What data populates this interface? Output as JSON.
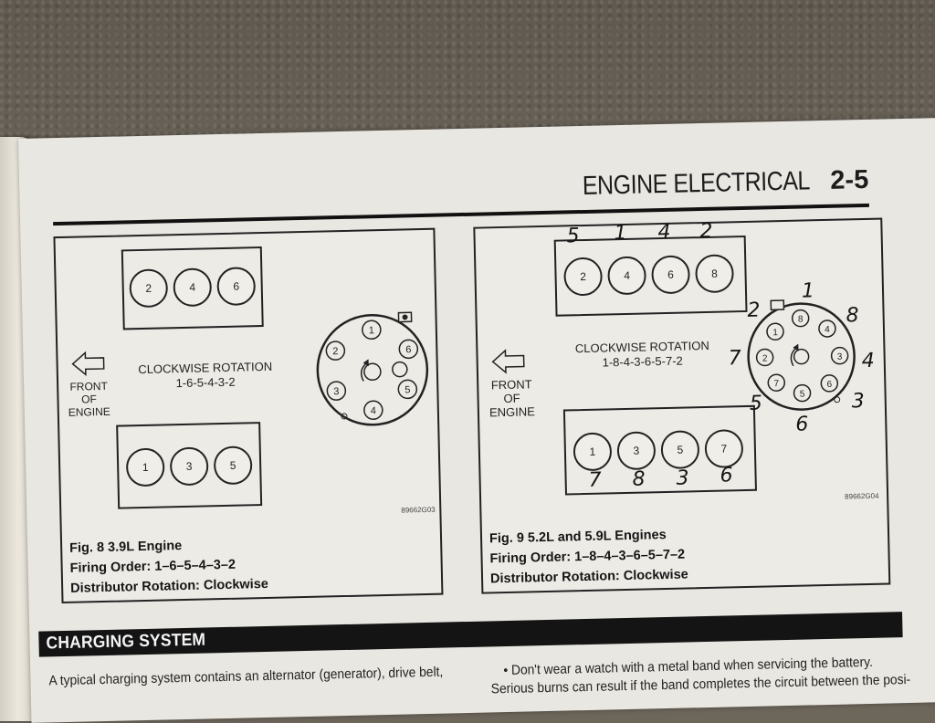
{
  "header": {
    "section_title": "ENGINE ELECTRICAL",
    "page_number": "2-5"
  },
  "fig8": {
    "rotation_title": "CLOCKWISE ROTATION",
    "firing_order_short": "1-6-5-4-3-2",
    "front_label": [
      "FRONT",
      "OF",
      "ENGINE"
    ],
    "top_bank": [
      "2",
      "4",
      "6"
    ],
    "bottom_bank": [
      "1",
      "3",
      "5"
    ],
    "distributor_terminals": [
      "1",
      "6",
      "5",
      "4",
      "3",
      "2"
    ],
    "figure_id": "89662G03",
    "caption": {
      "line1": "Fig. 8 3.9L Engine",
      "line2": "Firing Order: 1–6–5–4–3–2",
      "line3": "Distributor Rotation: Clockwise"
    }
  },
  "fig9": {
    "rotation_title": "CLOCKWISE ROTATION",
    "firing_order_short": "1-8-4-3-6-5-7-2",
    "front_label": [
      "FRONT",
      "OF",
      "ENGINE"
    ],
    "top_bank": [
      "2",
      "4",
      "6",
      "8"
    ],
    "bottom_bank": [
      "1",
      "3",
      "5",
      "7"
    ],
    "distributor_terminals": [
      "1",
      "8",
      "4",
      "3",
      "6",
      "5",
      "7",
      "2"
    ],
    "handwritten_top": [
      "5",
      "1",
      "4",
      "2"
    ],
    "handwritten_bottom": [
      "7",
      "8",
      "3",
      "6"
    ],
    "handwritten_distributor": [
      "1",
      "8",
      "4",
      "3",
      "6",
      "5",
      "7",
      "2"
    ],
    "figure_id": "89662G04",
    "caption": {
      "line1": "Fig. 9 5.2L and 5.9L Engines",
      "line2": "Firing Order: 1–8–4–3–6–5–7–2",
      "line3": "Distributor Rotation: Clockwise"
    }
  },
  "charging": {
    "title": "CHARGING SYSTEM",
    "left_text": "A typical charging system contains an alternator (generator), drive belt,",
    "right_bullet": "• Don't wear a watch with a metal band when servicing the battery.",
    "right_text2": "Serious burns can result if the band completes the circuit between the posi-"
  }
}
